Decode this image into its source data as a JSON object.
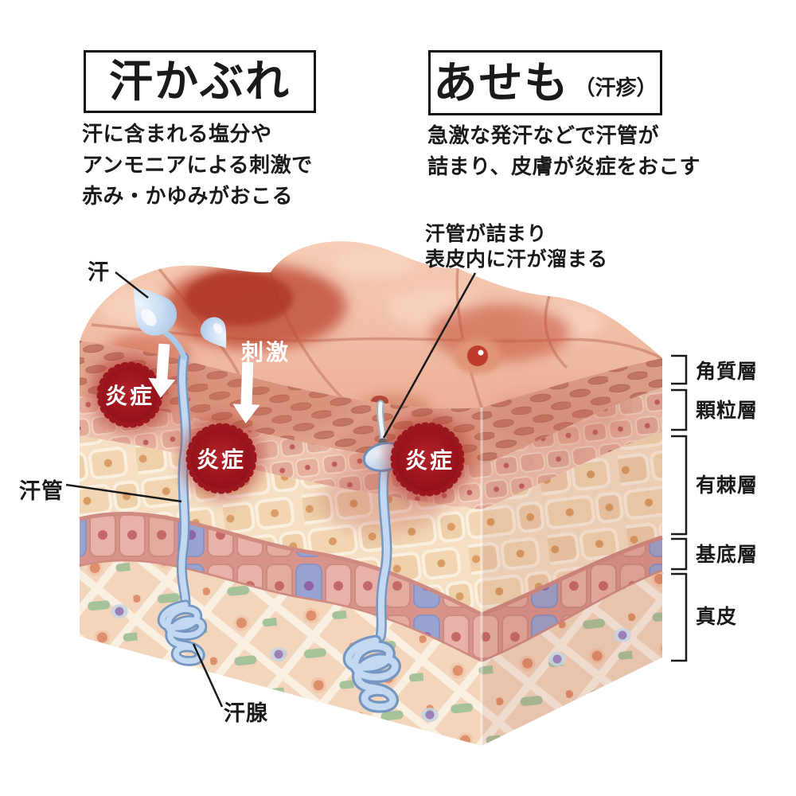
{
  "left_panel": {
    "title": "汗かぶれ",
    "description_lines": [
      "汗に含まれる塩分や",
      "アンモニアによる刺激で",
      "赤み・かゆみがおこる"
    ]
  },
  "right_panel": {
    "title": "あせも",
    "title_note": "（汗疹）",
    "description_lines": [
      "急激な発汗などで汗管が",
      "詰まり、皮膚が炎症をおこす"
    ]
  },
  "callouts": {
    "sweat": "汗",
    "stimulus": "刺激",
    "inflammation": "炎症",
    "sweat_duct": "汗管",
    "sweat_gland": "汗腺",
    "clog_note_lines": [
      "汗管が詰まり",
      "表皮内に汗が溜まる"
    ]
  },
  "skin_layers": [
    {
      "label": "角質層"
    },
    {
      "label": "顆粒層"
    },
    {
      "label": "有棘層"
    },
    {
      "label": "基底層"
    },
    {
      "label": "真皮"
    }
  ],
  "colors": {
    "inflammation_red": "#a11b20",
    "sweat_blue": "#bcd6f0",
    "skin_surface": "#f2c2aa",
    "text": "#1a1a1a"
  }
}
